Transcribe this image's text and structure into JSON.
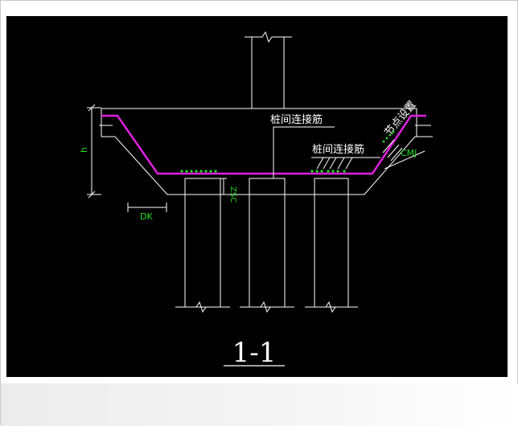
{
  "drawing": {
    "section_title": "1-1",
    "labels": {
      "pile_connect_1": "桩间连接筋",
      "pile_connect_2": "桩间连接筋",
      "node_setting": "节点设置",
      "h": "h",
      "dk": "DK",
      "zsc": "ZSC",
      "cmj": "CMJ"
    }
  },
  "colors": {
    "background": "#000000",
    "lines": "#ffffff",
    "rebar": "#e020e0",
    "dimension_text": "#22dd22",
    "marks": "#22dd22"
  }
}
